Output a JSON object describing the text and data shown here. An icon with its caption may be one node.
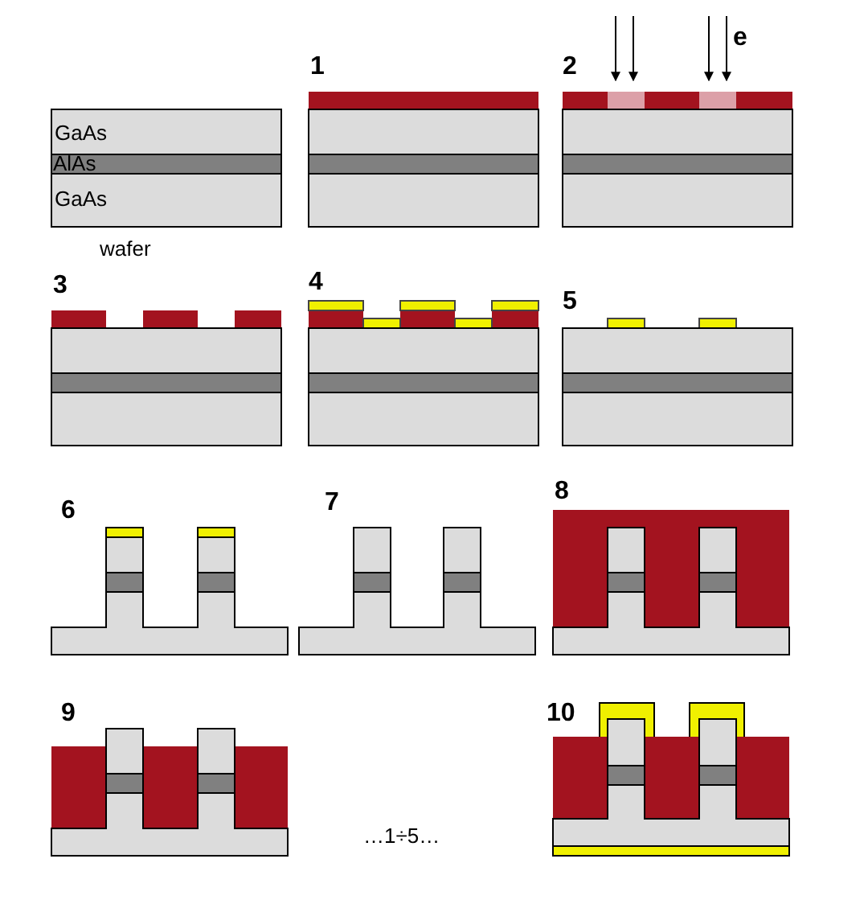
{
  "diagram": {
    "labels": [
      "GaAs",
      "AlAs",
      "GaAs",
      "wafer",
      "1",
      "2",
      "e",
      "3",
      "4",
      "5",
      "6",
      "7",
      "8",
      "9",
      "…1÷5…",
      "10"
    ]
  }
}
